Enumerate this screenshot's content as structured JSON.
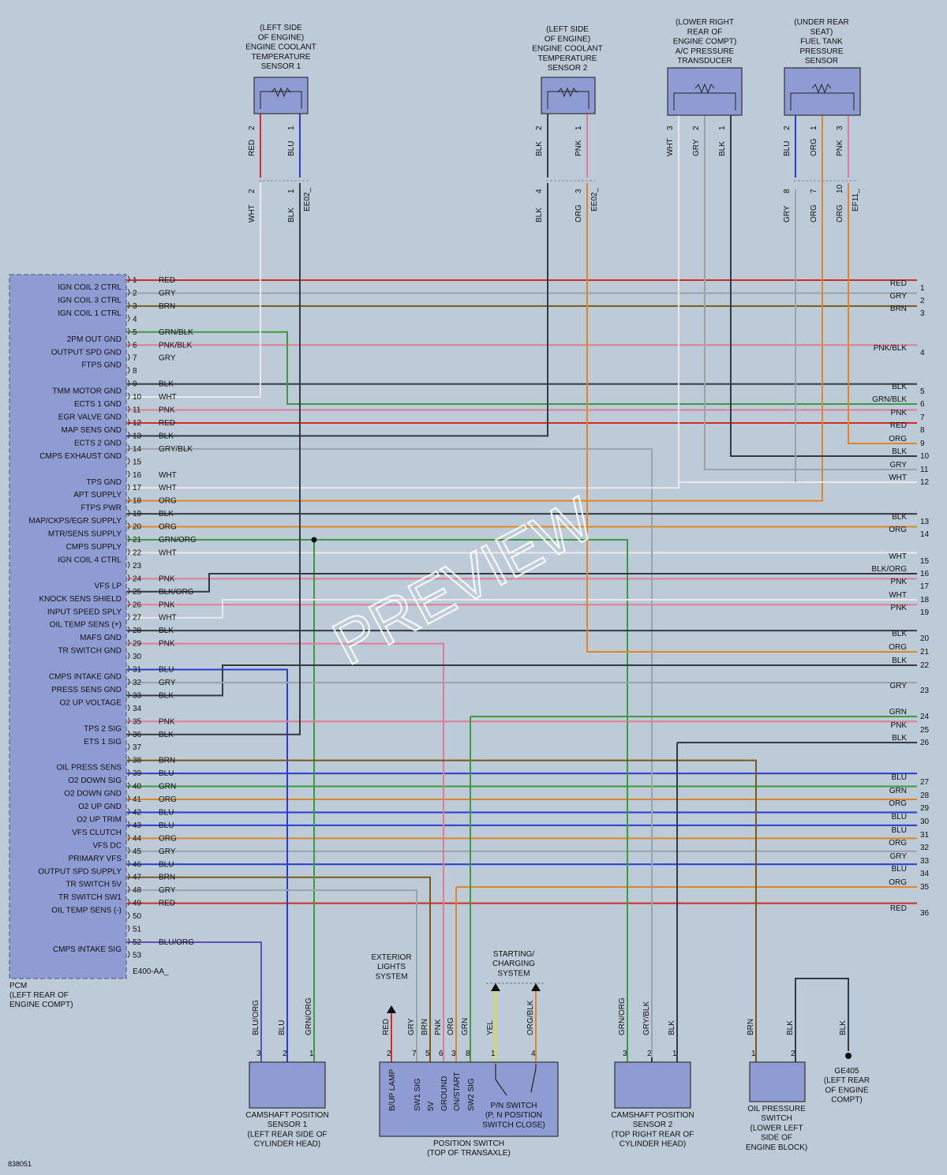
{
  "figure_id": "838051",
  "watermark": "PREVIEW",
  "colors": {
    "background": "#bccbd7",
    "component_fill": "#8f9cd4",
    "RED": "#d42a2a",
    "GRY": "#9aa3a8",
    "BRN": "#7a5a1a",
    "GRN": "#3e9a3e",
    "PNK": "#e07c97",
    "BLK": "#333a44",
    "WHT": "#e6eaec",
    "ORG": "#e0852a",
    "BLU": "#2a3bd0",
    "YEL": "#e6df1c",
    "BLUORG": "#5a52b8"
  },
  "pcm": {
    "label": "PCM",
    "location": [
      "(LEFT REAR OF",
      "ENGINE COMPT)"
    ],
    "connector": "E400-AA",
    "pins": [
      {
        "n": "1",
        "f": "IGN COIL 2 CTRL",
        "c": "RED",
        "w": "RED"
      },
      {
        "n": "2",
        "f": "IGN COIL 3 CTRL",
        "c": "GRY",
        "w": "GRY"
      },
      {
        "n": "3",
        "f": "IGN COIL 1 CTRL",
        "c": "BRN",
        "w": "BRN"
      },
      {
        "n": "4",
        "f": "",
        "c": "",
        "w": ""
      },
      {
        "n": "5",
        "f": "2PM OUT GND",
        "c": "GRN/BLK",
        "w": "GRN"
      },
      {
        "n": "6",
        "f": "OUTPUT SPD GND",
        "c": "PNK/BLK",
        "w": "PNK"
      },
      {
        "n": "7",
        "f": "FTPS GND",
        "c": "GRY",
        "w": "GRY"
      },
      {
        "n": "8",
        "f": "",
        "c": "",
        "w": ""
      },
      {
        "n": "9",
        "f": "TMM MOTOR GND",
        "c": "BLK",
        "w": "BLK"
      },
      {
        "n": "10",
        "f": "ECTS 1 GND",
        "c": "WHT",
        "w": "WHT"
      },
      {
        "n": "11",
        "f": "EGR VALVE GND",
        "c": "PNK",
        "w": "PNK"
      },
      {
        "n": "12",
        "f": "MAP SENS GND",
        "c": "RED",
        "w": "RED"
      },
      {
        "n": "13",
        "f": "ECTS 2 GND",
        "c": "BLK",
        "w": "BLK"
      },
      {
        "n": "14",
        "f": "CMPS EXHAUST GND",
        "c": "GRY/BLK",
        "w": "BLK"
      },
      {
        "n": "15",
        "f": "",
        "c": "",
        "w": ""
      },
      {
        "n": "16",
        "f": "TPS GND",
        "c": "WHT",
        "w": "WHT"
      },
      {
        "n": "17",
        "f": "APT SUPPLY",
        "c": "WHT",
        "w": "WHT"
      },
      {
        "n": "18",
        "f": "FTPS PWR",
        "c": "ORG",
        "w": "ORG"
      },
      {
        "n": "19",
        "f": "MAP/CKPS/EGR SUPPLY",
        "c": "BLK",
        "w": "BLK"
      },
      {
        "n": "20",
        "f": "MTR/SENS SUPPLY",
        "c": "ORG",
        "w": "ORG"
      },
      {
        "n": "21",
        "f": "CMPS SUPPLY",
        "c": "GRN/ORG",
        "w": "GRN"
      },
      {
        "n": "22",
        "f": "IGN COIL 4 CTRL",
        "c": "WHT",
        "w": "WHT"
      },
      {
        "n": "23",
        "f": "",
        "c": "",
        "w": ""
      },
      {
        "n": "24",
        "f": "VFS LP",
        "c": "PNK",
        "w": "PNK"
      },
      {
        "n": "25",
        "f": "KNOCK SENS SHIELD",
        "c": "BLK/ORG",
        "w": "BLK"
      },
      {
        "n": "26",
        "f": "INPUT SPEED SPLY",
        "c": "PNK",
        "w": "PNK"
      },
      {
        "n": "27",
        "f": "OIL TEMP SENS (+)",
        "c": "WHT",
        "w": "WHT"
      },
      {
        "n": "28",
        "f": "MAFS GND",
        "c": "BLK",
        "w": "BLK"
      },
      {
        "n": "29",
        "f": "TR SWITCH GND",
        "c": "PNK",
        "w": "PNK"
      },
      {
        "n": "30",
        "f": "",
        "c": "",
        "w": ""
      },
      {
        "n": "31",
        "f": "CMPS INTAKE GND",
        "c": "BLU",
        "w": "BLU"
      },
      {
        "n": "32",
        "f": "PRESS SENS GND",
        "c": "GRY",
        "w": "GRY"
      },
      {
        "n": "33",
        "f": "O2 UP VOLTAGE",
        "c": "BLK",
        "w": "BLK"
      },
      {
        "n": "34",
        "f": "",
        "c": "",
        "w": ""
      },
      {
        "n": "35",
        "f": "TPS 2 SIG",
        "c": "PNK",
        "w": "PNK"
      },
      {
        "n": "36",
        "f": "ETS 1 SIG",
        "c": "BLK",
        "w": "BLK"
      },
      {
        "n": "37",
        "f": "",
        "c": "",
        "w": ""
      },
      {
        "n": "38",
        "f": "OIL PRESS SENS",
        "c": "BRN",
        "w": "BRN"
      },
      {
        "n": "39",
        "f": "O2 DOWN SIG",
        "c": "BLU",
        "w": "BLU"
      },
      {
        "n": "40",
        "f": "O2 DOWN GND",
        "c": "GRN",
        "w": "GRN"
      },
      {
        "n": "41",
        "f": "O2 UP GND",
        "c": "ORG",
        "w": "ORG"
      },
      {
        "n": "42",
        "f": "O2 UP TRIM",
        "c": "BLU",
        "w": "BLU"
      },
      {
        "n": "43",
        "f": "VFS CLUTCH",
        "c": "BLU",
        "w": "BLU"
      },
      {
        "n": "44",
        "f": "VFS DC",
        "c": "ORG",
        "w": "ORG"
      },
      {
        "n": "45",
        "f": "PRIMARY VFS",
        "c": "GRY",
        "w": "GRY"
      },
      {
        "n": "46",
        "f": "OUTPUT SPD SUPPLY",
        "c": "BLU",
        "w": "BLU"
      },
      {
        "n": "47",
        "f": "TR SWITCH 5V",
        "c": "BRN",
        "w": "BRN"
      },
      {
        "n": "48",
        "f": "TR SWITCH SW1",
        "c": "GRY",
        "w": "GRY"
      },
      {
        "n": "49",
        "f": "OIL TEMP SENS (-)",
        "c": "RED",
        "w": "RED"
      },
      {
        "n": "50",
        "f": "",
        "c": "",
        "w": ""
      },
      {
        "n": "51",
        "f": "",
        "c": "",
        "w": ""
      },
      {
        "n": "52",
        "f": "CMPS INTAKE SIG",
        "c": "BLU/ORG",
        "w": "BLUORG"
      },
      {
        "n": "53",
        "f": "",
        "c": "",
        "w": ""
      }
    ]
  },
  "right_terminals": [
    {
      "n": "1",
      "c": "RED",
      "w": "RED"
    },
    {
      "n": "2",
      "c": "GRY",
      "w": "GRY"
    },
    {
      "n": "3",
      "c": "BRN",
      "w": "BRN"
    },
    {
      "n": "4",
      "c": "PNK/BLK",
      "w": "PNK"
    },
    {
      "n": "5",
      "c": "BLK",
      "w": "BLK"
    },
    {
      "n": "6",
      "c": "GRN/BLK",
      "w": "GRN"
    },
    {
      "n": "7",
      "c": "PNK",
      "w": "PNK"
    },
    {
      "n": "8",
      "c": "RED",
      "w": "RED"
    },
    {
      "n": "9",
      "c": "ORG",
      "w": "ORG"
    },
    {
      "n": "10",
      "c": "BLK",
      "w": "BLK"
    },
    {
      "n": "11",
      "c": "GRY",
      "w": "GRY"
    },
    {
      "n": "12",
      "c": "WHT",
      "w": "WHT"
    },
    {
      "n": "13",
      "c": "BLK",
      "w": "BLK"
    },
    {
      "n": "14",
      "c": "ORG",
      "w": "ORG"
    },
    {
      "n": "15",
      "c": "WHT",
      "w": "WHT"
    },
    {
      "n": "16",
      "c": "BLK/ORG",
      "w": "BLK"
    },
    {
      "n": "17",
      "c": "PNK",
      "w": "PNK"
    },
    {
      "n": "18",
      "c": "WHT",
      "w": "WHT"
    },
    {
      "n": "19",
      "c": "PNK",
      "w": "PNK"
    },
    {
      "n": "20",
      "c": "BLK",
      "w": "BLK"
    },
    {
      "n": "21",
      "c": "ORG",
      "w": "ORG"
    },
    {
      "n": "22",
      "c": "BLK",
      "w": "BLK"
    },
    {
      "n": "23",
      "c": "GRY",
      "w": "GRY"
    },
    {
      "n": "24",
      "c": "GRN",
      "w": "GRN"
    },
    {
      "n": "25",
      "c": "PNK",
      "w": "PNK"
    },
    {
      "n": "26",
      "c": "BLK",
      "w": "BLK"
    },
    {
      "n": "27",
      "c": "BLU",
      "w": "BLU"
    },
    {
      "n": "28",
      "c": "GRN",
      "w": "GRN"
    },
    {
      "n": "29",
      "c": "ORG",
      "w": "ORG"
    },
    {
      "n": "30",
      "c": "BLU",
      "w": "BLU"
    },
    {
      "n": "31",
      "c": "BLU",
      "w": "BLU"
    },
    {
      "n": "32",
      "c": "ORG",
      "w": "ORG"
    },
    {
      "n": "33",
      "c": "GRY",
      "w": "GRY"
    },
    {
      "n": "34",
      "c": "BLU",
      "w": "BLU"
    },
    {
      "n": "35",
      "c": "ORG",
      "w": "ORG"
    },
    {
      "n": "36",
      "c": "RED",
      "w": "RED"
    }
  ],
  "top_components": [
    {
      "id": "ects1",
      "label": [
        "(LEFT SIDE",
        "OF ENGINE)",
        "ENGINE COOLANT",
        "TEMPERATURE",
        "SENSOR 1"
      ],
      "pins": [
        {
          "n": "2",
          "c": "RED",
          "w": "RED"
        },
        {
          "n": "1",
          "c": "BLU",
          "w": "BLU"
        }
      ],
      "conn": "EE02",
      "lower": [
        {
          "n": "2",
          "c": "WHT",
          "w": "WHT"
        },
        {
          "n": "1",
          "c": "BLK",
          "w": "BLK"
        }
      ]
    },
    {
      "id": "ects2",
      "label": [
        "(LEFT SIDE",
        "OF ENGINE)",
        "ENGINE COOLANT",
        "TEMPERATURE",
        "SENSOR 2"
      ],
      "pins": [
        {
          "n": "2",
          "c": "BLK",
          "w": "BLK"
        },
        {
          "n": "1",
          "c": "PNK",
          "w": "PNK"
        }
      ],
      "conn": "EE02",
      "lower": [
        {
          "n": "4",
          "c": "BLK",
          "w": "BLK"
        },
        {
          "n": "3",
          "c": "ORG",
          "w": "ORG"
        }
      ]
    },
    {
      "id": "acpt",
      "label": [
        "(LOWER RIGHT",
        "REAR OF",
        "ENGINE COMPT)",
        "A/C PRESSURE",
        "TRANSDUCER"
      ],
      "pins": [
        {
          "n": "3",
          "c": "WHT",
          "w": "WHT"
        },
        {
          "n": "2",
          "c": "GRY",
          "w": "GRY"
        },
        {
          "n": "1",
          "c": "BLK",
          "w": "BLK"
        }
      ]
    },
    {
      "id": "ftps",
      "label": [
        "(UNDER REAR",
        "SEAT)",
        "FUEL TANK",
        "PRESSURE",
        "SENSOR"
      ],
      "pins": [
        {
          "n": "2",
          "c": "BLU",
          "w": "BLU"
        },
        {
          "n": "1",
          "c": "ORG",
          "w": "ORG"
        },
        {
          "n": "3",
          "c": "PNK",
          "w": "PNK"
        }
      ],
      "conn": "EF11",
      "lower": [
        {
          "n": "8",
          "c": "GRY",
          "w": "GRY"
        },
        {
          "n": "7",
          "c": "ORG",
          "w": "ORG"
        },
        {
          "n": "10",
          "c": "ORG",
          "w": "ORG"
        }
      ]
    }
  ],
  "bottom_components": {
    "cmp1": {
      "label": [
        "CAMSHAFT POSITION",
        "SENSOR 1",
        "(LEFT REAR SIDE OF",
        "CYLINDER HEAD)"
      ],
      "pins": [
        {
          "n": "3",
          "c": "BLU/ORG",
          "w": "BLUORG"
        },
        {
          "n": "2",
          "c": "BLU",
          "w": "BLU"
        },
        {
          "n": "1",
          "c": "GRN/ORG",
          "w": "GRN"
        }
      ]
    },
    "posw": {
      "label": [
        "POSITION SWITCH",
        "(TOP OF TRANSAXLE)"
      ],
      "inner": [
        "P/N SWITCH",
        "(P, N POSITION",
        "SWITCH CLOSE)"
      ],
      "terms": [
        "B/UP LAMP",
        "SW1 SIG",
        "5V",
        "GROUND",
        "ON/START",
        "SW2 SIG"
      ],
      "pins": [
        {
          "n": "2",
          "c": "RED",
          "w": "RED"
        },
        {
          "n": "7",
          "c": "GRY",
          "w": "GRY"
        },
        {
          "n": "5",
          "c": "BRN",
          "w": "BRN"
        },
        {
          "n": "6",
          "c": "PNK",
          "w": "PNK"
        },
        {
          "n": "3",
          "c": "ORG",
          "w": "ORG"
        },
        {
          "n": "8",
          "c": "GRN",
          "w": "GRN"
        },
        {
          "n": "1",
          "c": "YEL",
          "w": "YEL"
        },
        {
          "n": "4",
          "c": "ORG/BLK",
          "w": "ORG"
        }
      ]
    },
    "ext": [
      "EXTERIOR",
      "LIGHTS",
      "SYSTEM"
    ],
    "start": [
      "STARTING/",
      "CHARGING",
      "SYSTEM"
    ],
    "cmp2": {
      "label": [
        "CAMSHAFT POSITION",
        "SENSOR 2",
        "(TOP RIGHT REAR OF",
        "CYLINDER HEAD)"
      ],
      "pins": [
        {
          "n": "3",
          "c": "GRN/ORG",
          "w": "GRN"
        },
        {
          "n": "2",
          "c": "GRY/BLK",
          "w": "BLK"
        },
        {
          "n": "1",
          "c": "BLK",
          "w": "BLK"
        }
      ]
    },
    "ops": {
      "label": [
        "OIL PRESSURE",
        "SWITCH",
        "(LOWER LEFT",
        "SIDE OF",
        "ENGINE BLOCK)"
      ],
      "pins": [
        {
          "n": "1",
          "c": "BRN",
          "w": "BRN"
        },
        {
          "n": "2",
          "c": "BLK",
          "w": "BLK"
        }
      ]
    },
    "gnd": {
      "wire": "BLK",
      "label": [
        "GE405",
        "(LEFT REAR",
        "OF ENGINE",
        "COMPT)"
      ]
    }
  }
}
